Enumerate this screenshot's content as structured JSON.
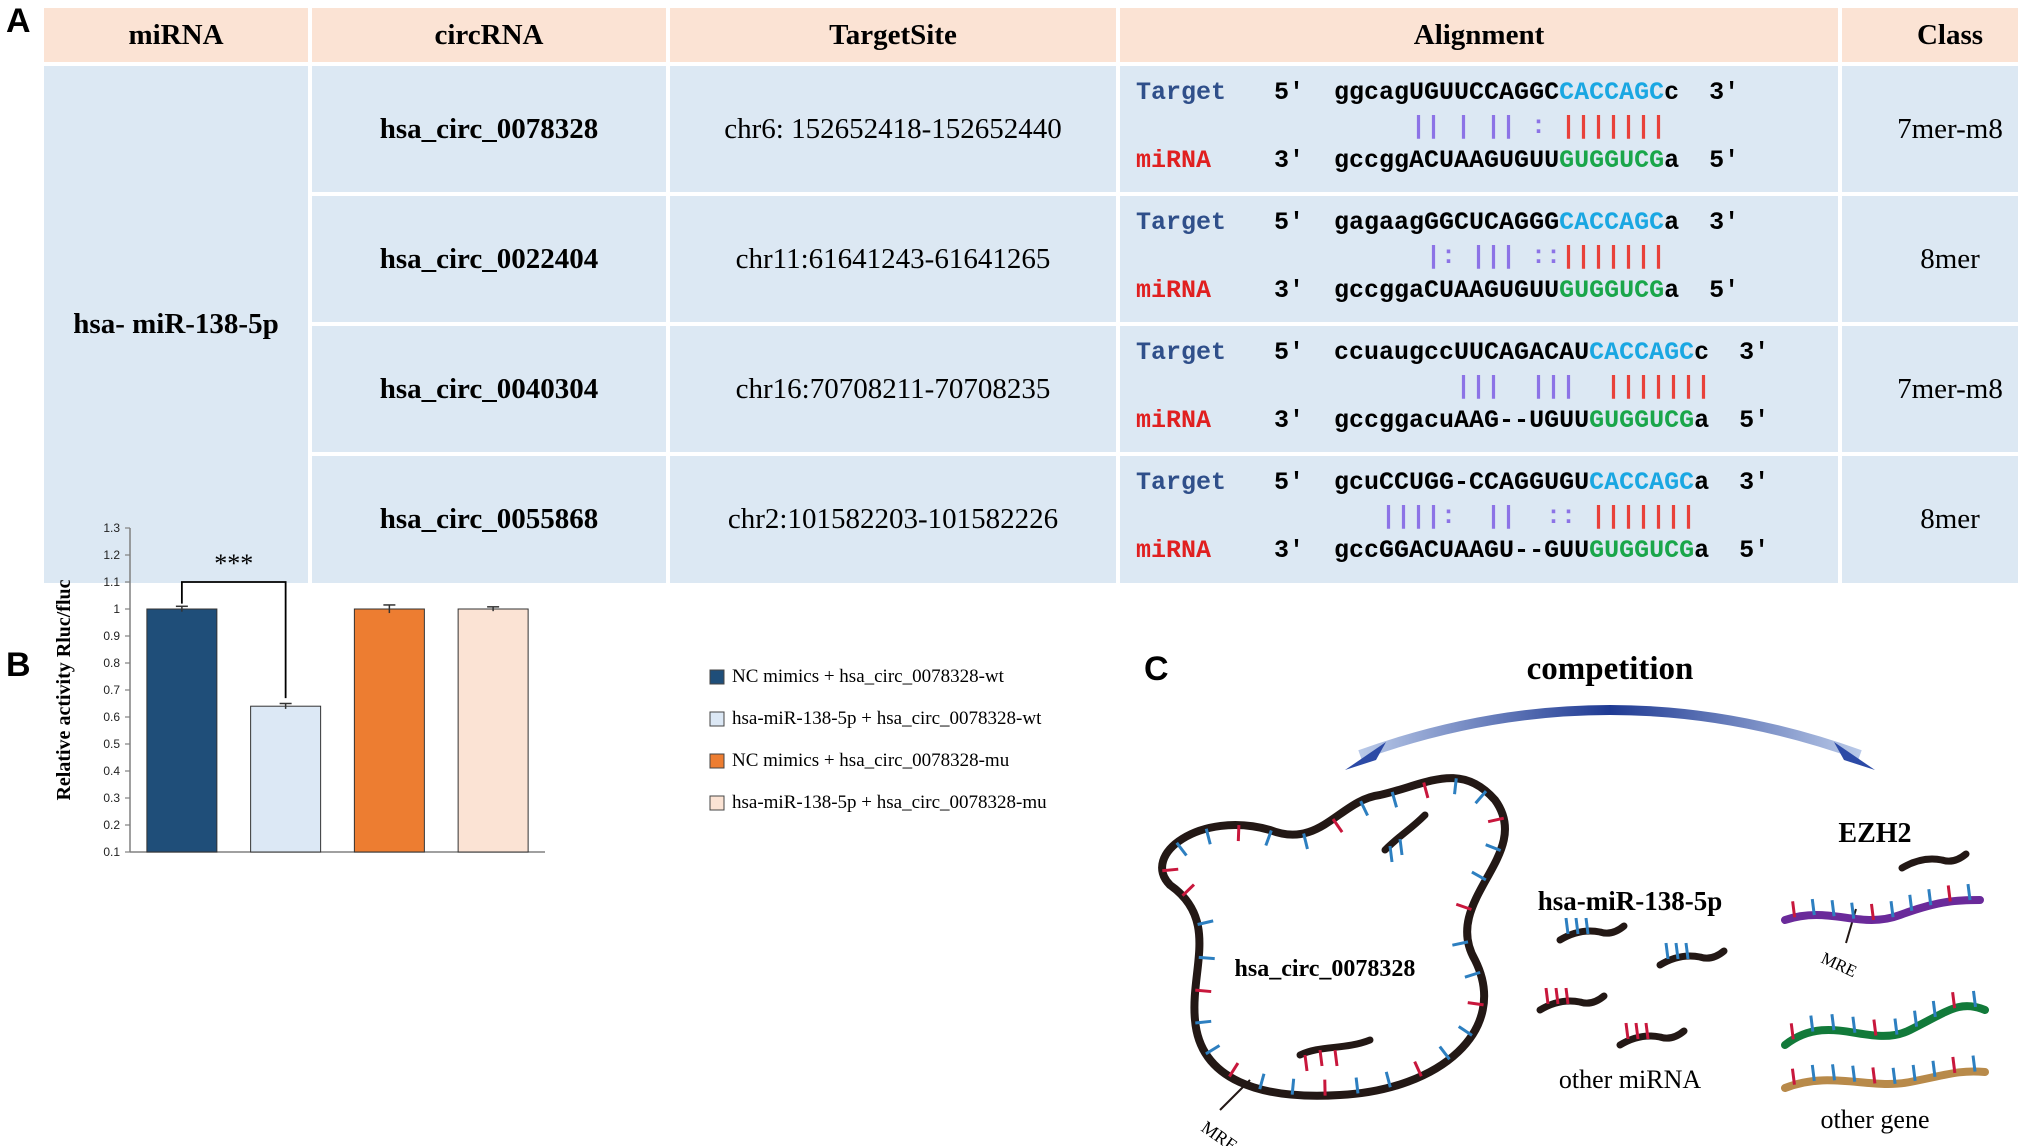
{
  "panel_labels": {
    "a": "A",
    "b": "B",
    "c": "C"
  },
  "table": {
    "headers": [
      "miRNA",
      "circRNA",
      "TargetSite",
      "Alignment",
      "Class"
    ],
    "mirna": "hsa- miR-138-5p",
    "rows": [
      {
        "circrna": "hsa_circ_0078328",
        "target_site": "chr6: 152652418-152652440",
        "class": "7mer-m8",
        "target_prefix": "ggcagUGUUCCAGGC",
        "target_seed": "CACCAGC",
        "target_suffix": "c",
        "pairing_left": "|| | || : ",
        "pairing_right": "|||||||",
        "mirna_prefix": "gccggACUAAGUGUU",
        "mirna_seed": "GUGGUCG",
        "mirna_suffix": "a"
      },
      {
        "circrna": "hsa_circ_0022404",
        "target_site": "chr11:61641243-61641265",
        "class": "8mer",
        "target_prefix": "gagaagGGCUCAGGG",
        "target_seed": "CACCAGC",
        "target_suffix": "a",
        "pairing_left": "|: ||| ::",
        "pairing_right": "|||||||",
        "mirna_prefix": "gccggaCUAAGUGUU",
        "mirna_seed": "GUGGUCG",
        "mirna_suffix": "a"
      },
      {
        "circrna": "hsa_circ_0040304",
        "target_site": "chr16:70708211-70708235",
        "class": "7mer-m8",
        "target_prefix": "ccuaugccUUCAGACAU",
        "target_seed": "CACCAGC",
        "target_suffix": "c",
        "pairing_left": "|||  |||  ",
        "pairing_right": "|||||||",
        "mirna_prefix": "gccggacuAAG--UGUU",
        "mirna_seed": "GUGGUCG",
        "mirna_suffix": "a"
      },
      {
        "circrna": "hsa_circ_0055868",
        "target_site": "chr2:101582203-101582226",
        "class": "8mer",
        "target_prefix": "gcuCCUGG-CCAGGUGU",
        "target_seed": "CACCAGC",
        "target_suffix": "a",
        "pairing_left": "||||:  ||  :: ",
        "pairing_right": "|||||||",
        "mirna_prefix": "gccGGACUAAGU--GUU",
        "mirna_seed": "GUGGUCG",
        "mirna_suffix": "a"
      }
    ],
    "target_label": "Target",
    "mirna_label": "miRNA",
    "five_prime": "5'",
    "three_prime": "3'"
  },
  "chart_data": {
    "type": "bar",
    "ylabel": "Relative activity Rluc/fluc",
    "ylim": [
      0.1,
      1.3
    ],
    "yticks": [
      "0.1",
      "0.2",
      "0.3",
      "0.4",
      "0.5",
      "0.6",
      "0.7",
      "0.8",
      "0.9",
      "1",
      "1.1",
      "1.2",
      "1.3"
    ],
    "series": [
      {
        "name": "NC mimics + hsa_circ_0078328-wt",
        "value": 1.0,
        "error": 0.01,
        "color": "#1f4e79"
      },
      {
        "name": "hsa-miR-138-5p + hsa_circ_0078328-wt",
        "value": 0.64,
        "error": 0.01,
        "color": "#dce8f5"
      },
      {
        "name": "NC mimics + hsa_circ_0078328-mu",
        "value": 1.0,
        "error": 0.015,
        "color": "#ed7d31"
      },
      {
        "name": "hsa-miR-138-5p + hsa_circ_0078328-mu",
        "value": 1.0,
        "error": 0.008,
        "color": "#fbe3d4"
      }
    ],
    "significance": "***",
    "grid": false,
    "legend_position": "right"
  },
  "panel_c": {
    "competition": "competition",
    "circ_label": "hsa_circ_0078328",
    "mirna_label": "hsa-miR-138-5p",
    "gene_label": "EZH2",
    "other_mirna": "other miRNA",
    "other_gene": "other gene",
    "mre_circle": "MRE",
    "mre_gene": "MRE"
  }
}
